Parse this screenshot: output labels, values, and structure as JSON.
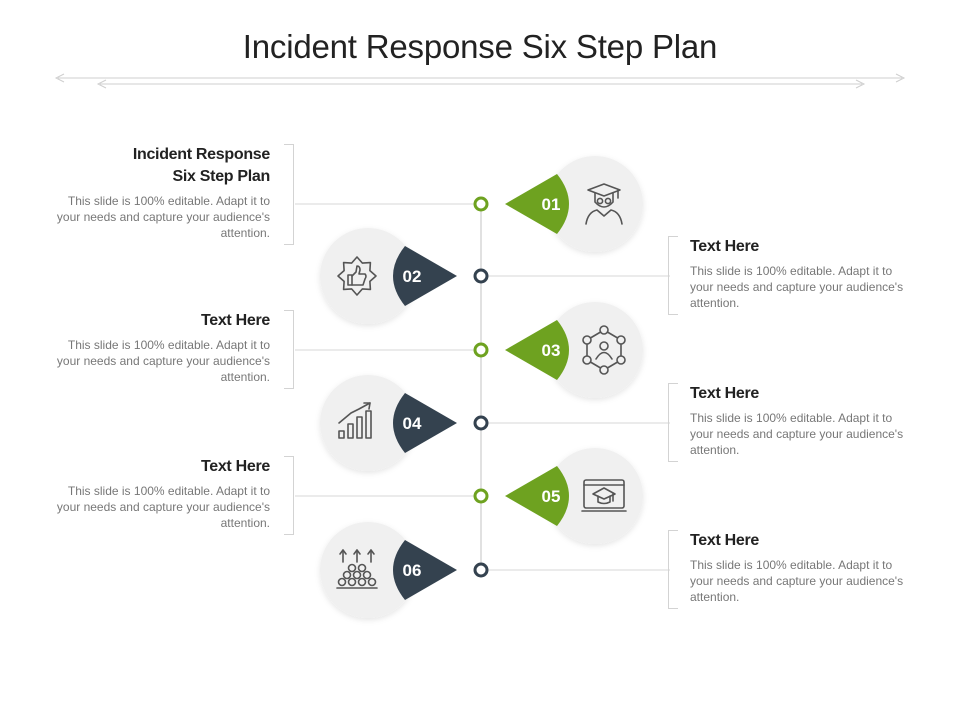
{
  "title": "Incident Response Six Step Plan",
  "colors": {
    "green": "#6ea220",
    "dark": "#34424f",
    "line": "#d7d7d7",
    "circle": "#f0f0f0",
    "icon": "#555555"
  },
  "steps": [
    {
      "number": "01",
      "heading": "Incident Response Six Step Plan",
      "heading_lines": [
        "Incident Response",
        "Six Step Plan"
      ],
      "text": "This slide is 100% editable. Adapt it to your needs and capture your audience's attention.",
      "side": "left",
      "color": "green",
      "icon": "graduate-student-icon"
    },
    {
      "number": "02",
      "heading": "Text Here",
      "text": "This slide is 100% editable. Adapt it to your needs and capture your audience's attention.",
      "side": "right",
      "color": "dark",
      "icon": "thumbs-up-badge-icon"
    },
    {
      "number": "03",
      "heading": "Text Here",
      "text": "This slide is 100% editable. Adapt it to your needs and capture your audience's attention.",
      "side": "left",
      "color": "green",
      "icon": "network-user-icon"
    },
    {
      "number": "04",
      "heading": "Text Here",
      "text": "This slide is 100% editable. Adapt it to your needs and capture your audience's attention.",
      "side": "right",
      "color": "dark",
      "icon": "growth-chart-icon"
    },
    {
      "number": "05",
      "heading": "Text Here",
      "text": "This slide is 100% editable. Adapt it to your needs and capture your audience's attention.",
      "side": "left",
      "color": "green",
      "icon": "laptop-graduation-icon"
    },
    {
      "number": "06",
      "heading": "Text Here",
      "text": "This slide is 100% editable. Adapt it to your needs and capture your audience's attention.",
      "side": "right",
      "color": "dark",
      "icon": "crowd-growth-icon"
    }
  ]
}
